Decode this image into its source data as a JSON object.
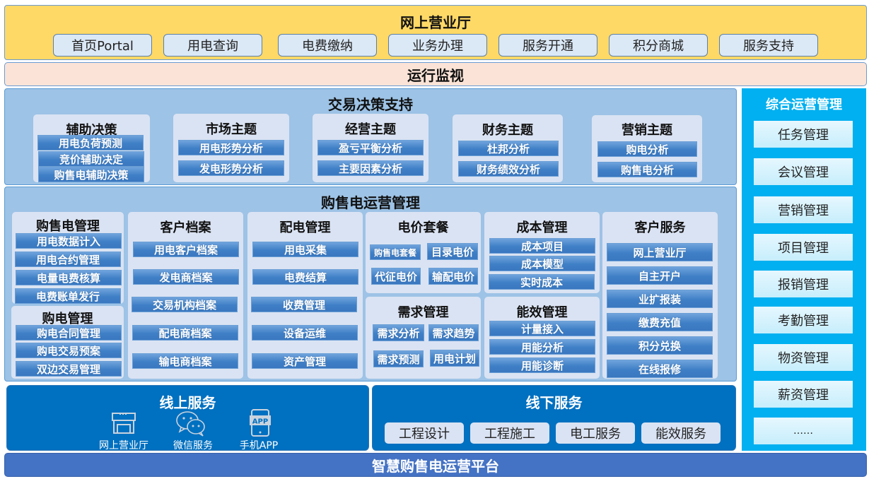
{
  "portal": {
    "title": "网上营业厅",
    "buttons": [
      "首页Portal",
      "用电查询",
      "电费缴纳",
      "业务办理",
      "服务开通",
      "积分商城",
      "服务支持"
    ]
  },
  "monitor": {
    "title": "运行监视"
  },
  "decision": {
    "title": "交易决策支持",
    "cards": [
      {
        "title": "辅助决策",
        "items": [
          "用电负荷预测",
          "竞价辅助决定",
          "购售电辅助决策"
        ]
      },
      {
        "title": "市场主题",
        "items": [
          "用电形势分析",
          "发电形势分析"
        ]
      },
      {
        "title": "经营主题",
        "items": [
          "盈亏平衡分析",
          "主要因素分析"
        ]
      },
      {
        "title": "财务主题",
        "items": [
          "杜邦分析",
          "财务绩效分析"
        ]
      },
      {
        "title": "营销主题",
        "items": [
          "购电分析",
          "购售电分析"
        ]
      }
    ]
  },
  "operations": {
    "title": "购售电运营管理",
    "cards": [
      {
        "title": "购售电管理",
        "items": [
          "用电数据计入",
          "用电合约管理",
          "电量电费核算",
          "电费账单发行"
        ]
      },
      {
        "title": "购电管理",
        "items": [
          "购电合同管理",
          "购电交易预案",
          "双边交易管理"
        ]
      },
      {
        "title": "客户档案",
        "items": [
          "用电客户档案",
          "发电商档案",
          "交易机构档案",
          "配电商档案",
          "输电商档案"
        ]
      },
      {
        "title": "配电管理",
        "items": [
          "用电采集",
          "电费结算",
          "收费管理",
          "设备运维",
          "资产管理"
        ]
      },
      {
        "title": "电价套餐",
        "items": [
          "购售电套餐",
          "目录电价",
          "代征电价",
          "输配电价"
        ]
      },
      {
        "title": "需求管理",
        "items": [
          "需求分析",
          "需求趋势",
          "需求预测",
          "用电计划"
        ]
      },
      {
        "title": "成本管理",
        "items": [
          "成本项目",
          "成本模型",
          "实时成本"
        ]
      },
      {
        "title": "能效管理",
        "items": [
          "计量接入",
          "用能分析",
          "用能诊断"
        ]
      },
      {
        "title": "客户服务",
        "items": [
          "网上营业厅",
          "自主开户",
          "业扩报装",
          "缴费充值",
          "积分兑换",
          "在线报修"
        ]
      }
    ]
  },
  "integrated": {
    "title": "综合运营管理",
    "items": [
      "任务管理",
      "会议管理",
      "营销管理",
      "项目管理",
      "报销管理",
      "考勤管理",
      "物资管理",
      "薪资管理",
      "……"
    ]
  },
  "online": {
    "title": "线上服务",
    "channels": [
      {
        "label": "网上营业厅",
        "icon": "storefront-icon"
      },
      {
        "label": "微信服务",
        "icon": "wechat-icon"
      },
      {
        "label": "手机APP",
        "icon": "mobile-app-icon"
      }
    ]
  },
  "offline": {
    "title": "线下服务",
    "items": [
      "工程设计",
      "工程施工",
      "电工服务",
      "能效服务"
    ]
  },
  "platform": {
    "title": "智慧购售电运营平台"
  },
  "colors": {
    "portal_bg": "#ffd966",
    "monitor_bg": "#fbe4d7",
    "panel_bg": "#9dc3e6",
    "card_bg": "#dae3f3",
    "button_blue": "#3f7fc6",
    "ops_bg": "#00b0f0",
    "service_bg": "#0070c0",
    "platform_bg": "#4472c4"
  }
}
